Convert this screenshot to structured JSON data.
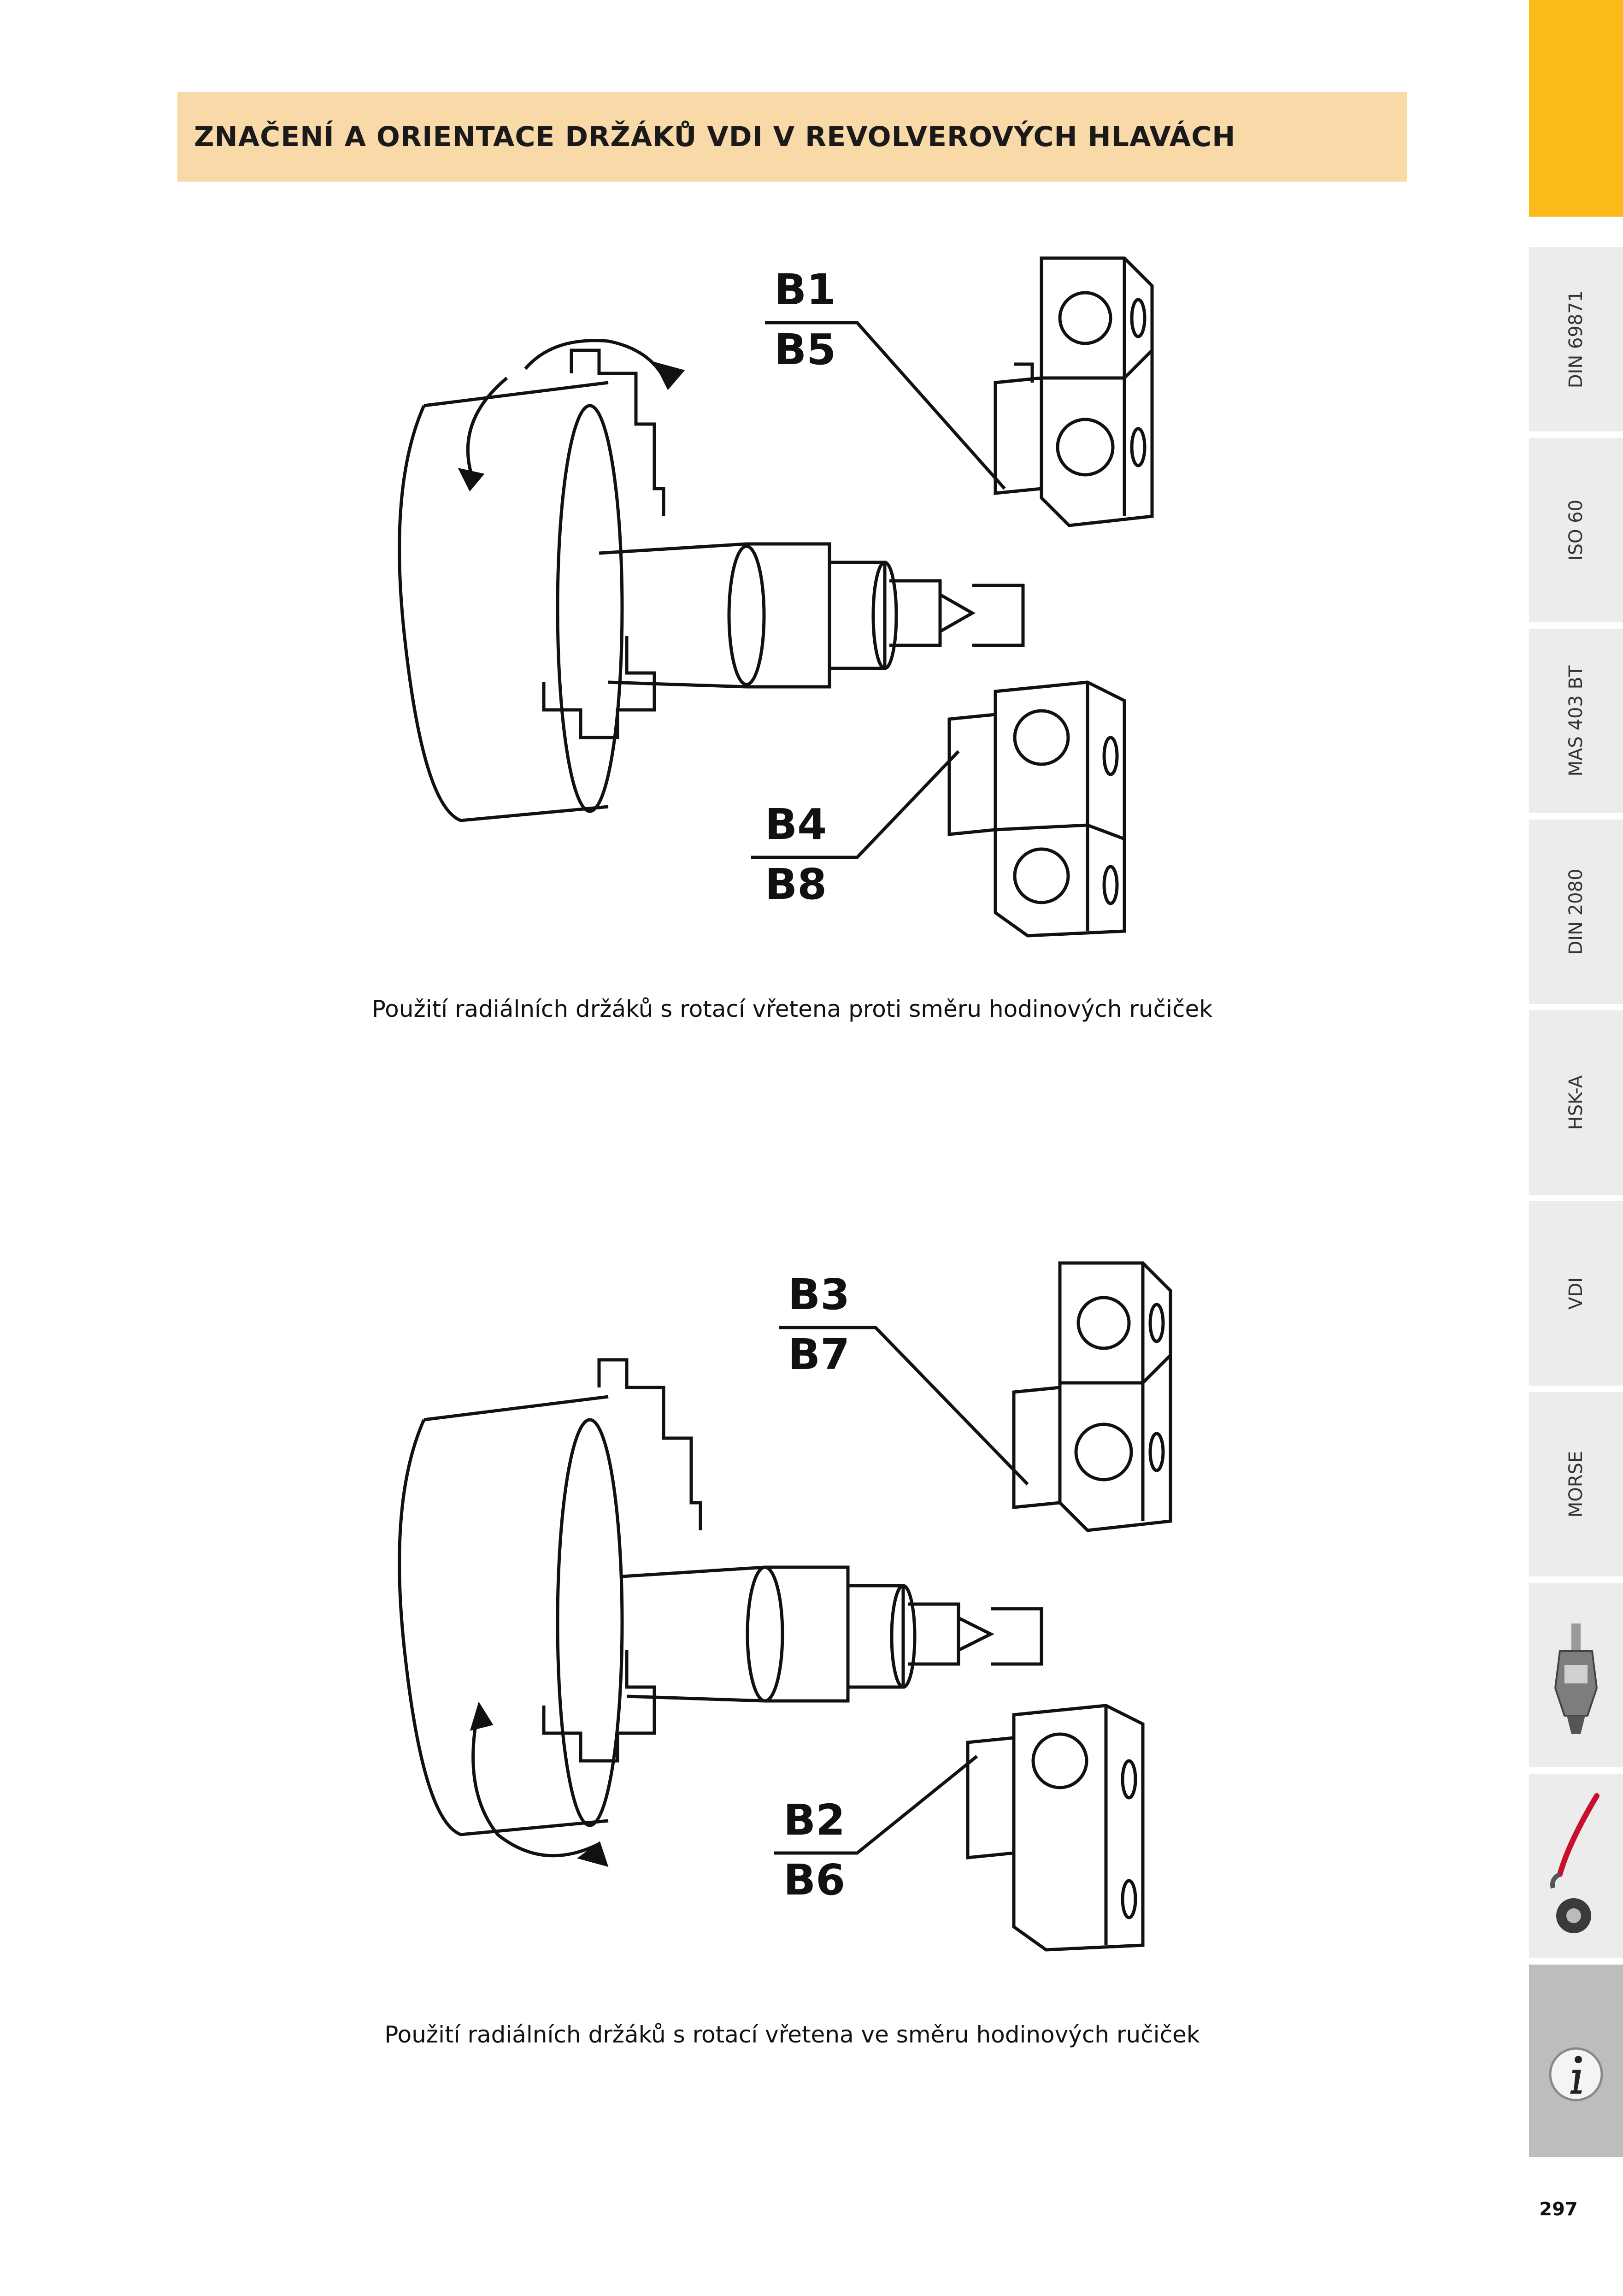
{
  "header": {
    "title": "ZNAČENÍ A ORIENTACE DRŽÁKŮ VDI V REVOLVEROVÝCH HLAVÁCH"
  },
  "figure_top": {
    "labels": {
      "upper_top": "B1",
      "upper_bottom": "B5",
      "lower_top": "B4",
      "lower_bottom": "B8"
    },
    "caption": "Použití radiálních držáků s rotací vřetena proti směru hodinových ručiček"
  },
  "figure_bottom": {
    "labels": {
      "upper_top": "B3",
      "upper_bottom": "B7",
      "lower_top": "B2",
      "lower_bottom": "B6"
    },
    "caption": "Použití radiálních držáků s rotací vřetena ve směru hodinových ručiček"
  },
  "sidebar": {
    "tabs": [
      {
        "label": "DIN 69871"
      },
      {
        "label": "ISO 60"
      },
      {
        "label": "MAS 403 BT"
      },
      {
        "label": "DIN 2080"
      },
      {
        "label": "HSK-A"
      },
      {
        "label": "VDI"
      },
      {
        "label": "MORSE"
      }
    ],
    "icons": [
      "drill-chuck-icon",
      "wrench-nut-icon",
      "info-icon"
    ]
  },
  "footer": {
    "page_number": "297"
  },
  "colors": {
    "accent": "#fbb91a",
    "title_bg": "#f9d9a8",
    "tab_bg": "#ececec",
    "tab_active": "#bdbdbd"
  }
}
